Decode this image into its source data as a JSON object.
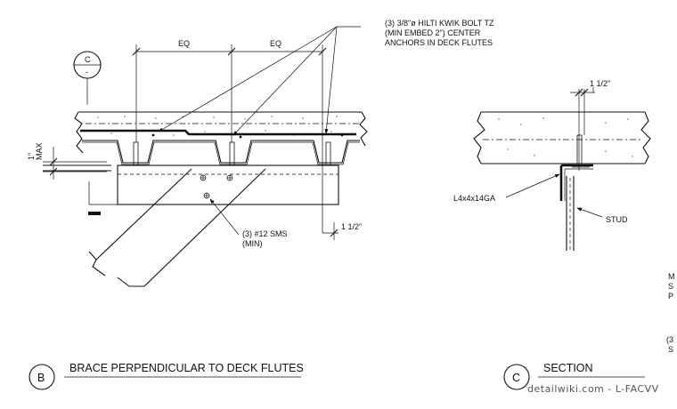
{
  "detail_b": {
    "anchor_note": [
      "(3) 3/8\"ø HILTI KWIK BOLT TZ",
      "(MIN EMBED 2\") CENTER",
      "ANCHORS IN DECK FLUTES"
    ],
    "spacing_label_1": "EQ",
    "spacing_label_2": "EQ",
    "screw_note": [
      "(3) #12 SMS",
      "(MIN)"
    ],
    "edge_dim": "1 1/2\"",
    "max_dim": [
      "1\"",
      "MAX"
    ],
    "section_marker": {
      "letter": "C",
      "sheet": "-"
    },
    "tag": "B",
    "title": "BRACE PERPENDICULAR TO DECK FLUTES"
  },
  "detail_c": {
    "top_dim": "1 1/2\"",
    "angle_label": "L4x4x14GA",
    "stud_label": "STUD",
    "tag": "C",
    "title": "SECTION"
  },
  "edge_fragments": [
    "M",
    "S",
    "P",
    "(3",
    "S"
  ],
  "watermark": "detailwiki.com - L-FACVV"
}
